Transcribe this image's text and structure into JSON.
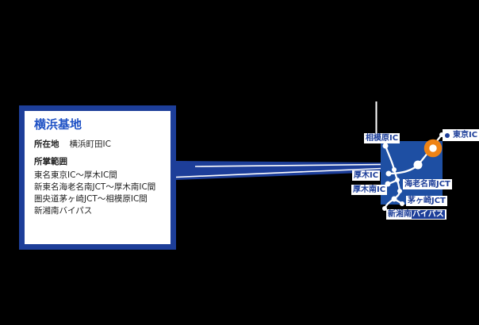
{
  "colors": {
    "background": "#000000",
    "navy": "#1d3e99",
    "title_blue": "#1e51c5",
    "map_blue": "#1e4fa3",
    "marker_orange": "#ef8315",
    "body_text": "#222222"
  },
  "info_box": {
    "title": "横浜基地",
    "location_label": "所在地",
    "location_value": "横浜町田IC",
    "scope_label": "所掌範囲",
    "scope_items": [
      "東名東京IC〜厚木IC間",
      "新東名海老名南JCT〜厚木南IC間",
      "圏央道茅ヶ崎JCT〜相模原IC間",
      "新湘南バイパス"
    ]
  },
  "map": {
    "labels": {
      "sagamihara": "相模原IC",
      "tokyo": "東京IC",
      "atsugi": "厚木IC",
      "atsugi_minami": "厚木南IC",
      "ebina_minami": "海老名南JCT",
      "chigasaki": "茅ヶ崎JCT",
      "shinshonan_part1": "新湘南",
      "shinshonan_part2": "バイパス"
    }
  }
}
